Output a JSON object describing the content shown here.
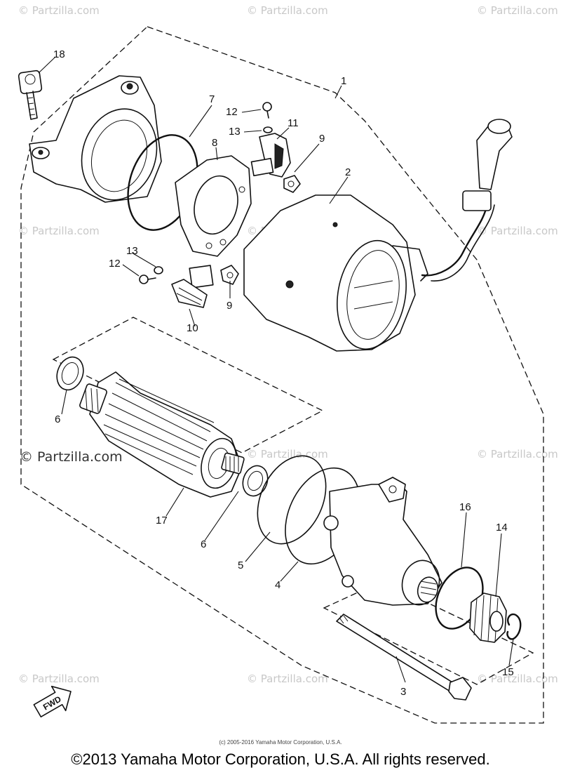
{
  "watermark": {
    "text": "© Partzilla.com",
    "label_text": "© Partzilla.com"
  },
  "callouts": {
    "c1": "1",
    "c2": "2",
    "c3": "3",
    "c4": "4",
    "c5": "5",
    "c6a": "6",
    "c6b": "6",
    "c7": "7",
    "c8": "8",
    "c9a": "9",
    "c9b": "9",
    "c10": "10",
    "c11": "11",
    "c12a": "12",
    "c12b": "12",
    "c13a": "13",
    "c13b": "13",
    "c14": "14",
    "c15": "15",
    "c16": "16",
    "c17": "17",
    "c18": "18"
  },
  "direction_label": "FWD",
  "footer": {
    "small": "(c) 2005-2016 Yamaha Motor Corporation, U.S.A.",
    "main": "©2013 Yamaha Motor Corporation, U.S.A. All rights reserved."
  }
}
